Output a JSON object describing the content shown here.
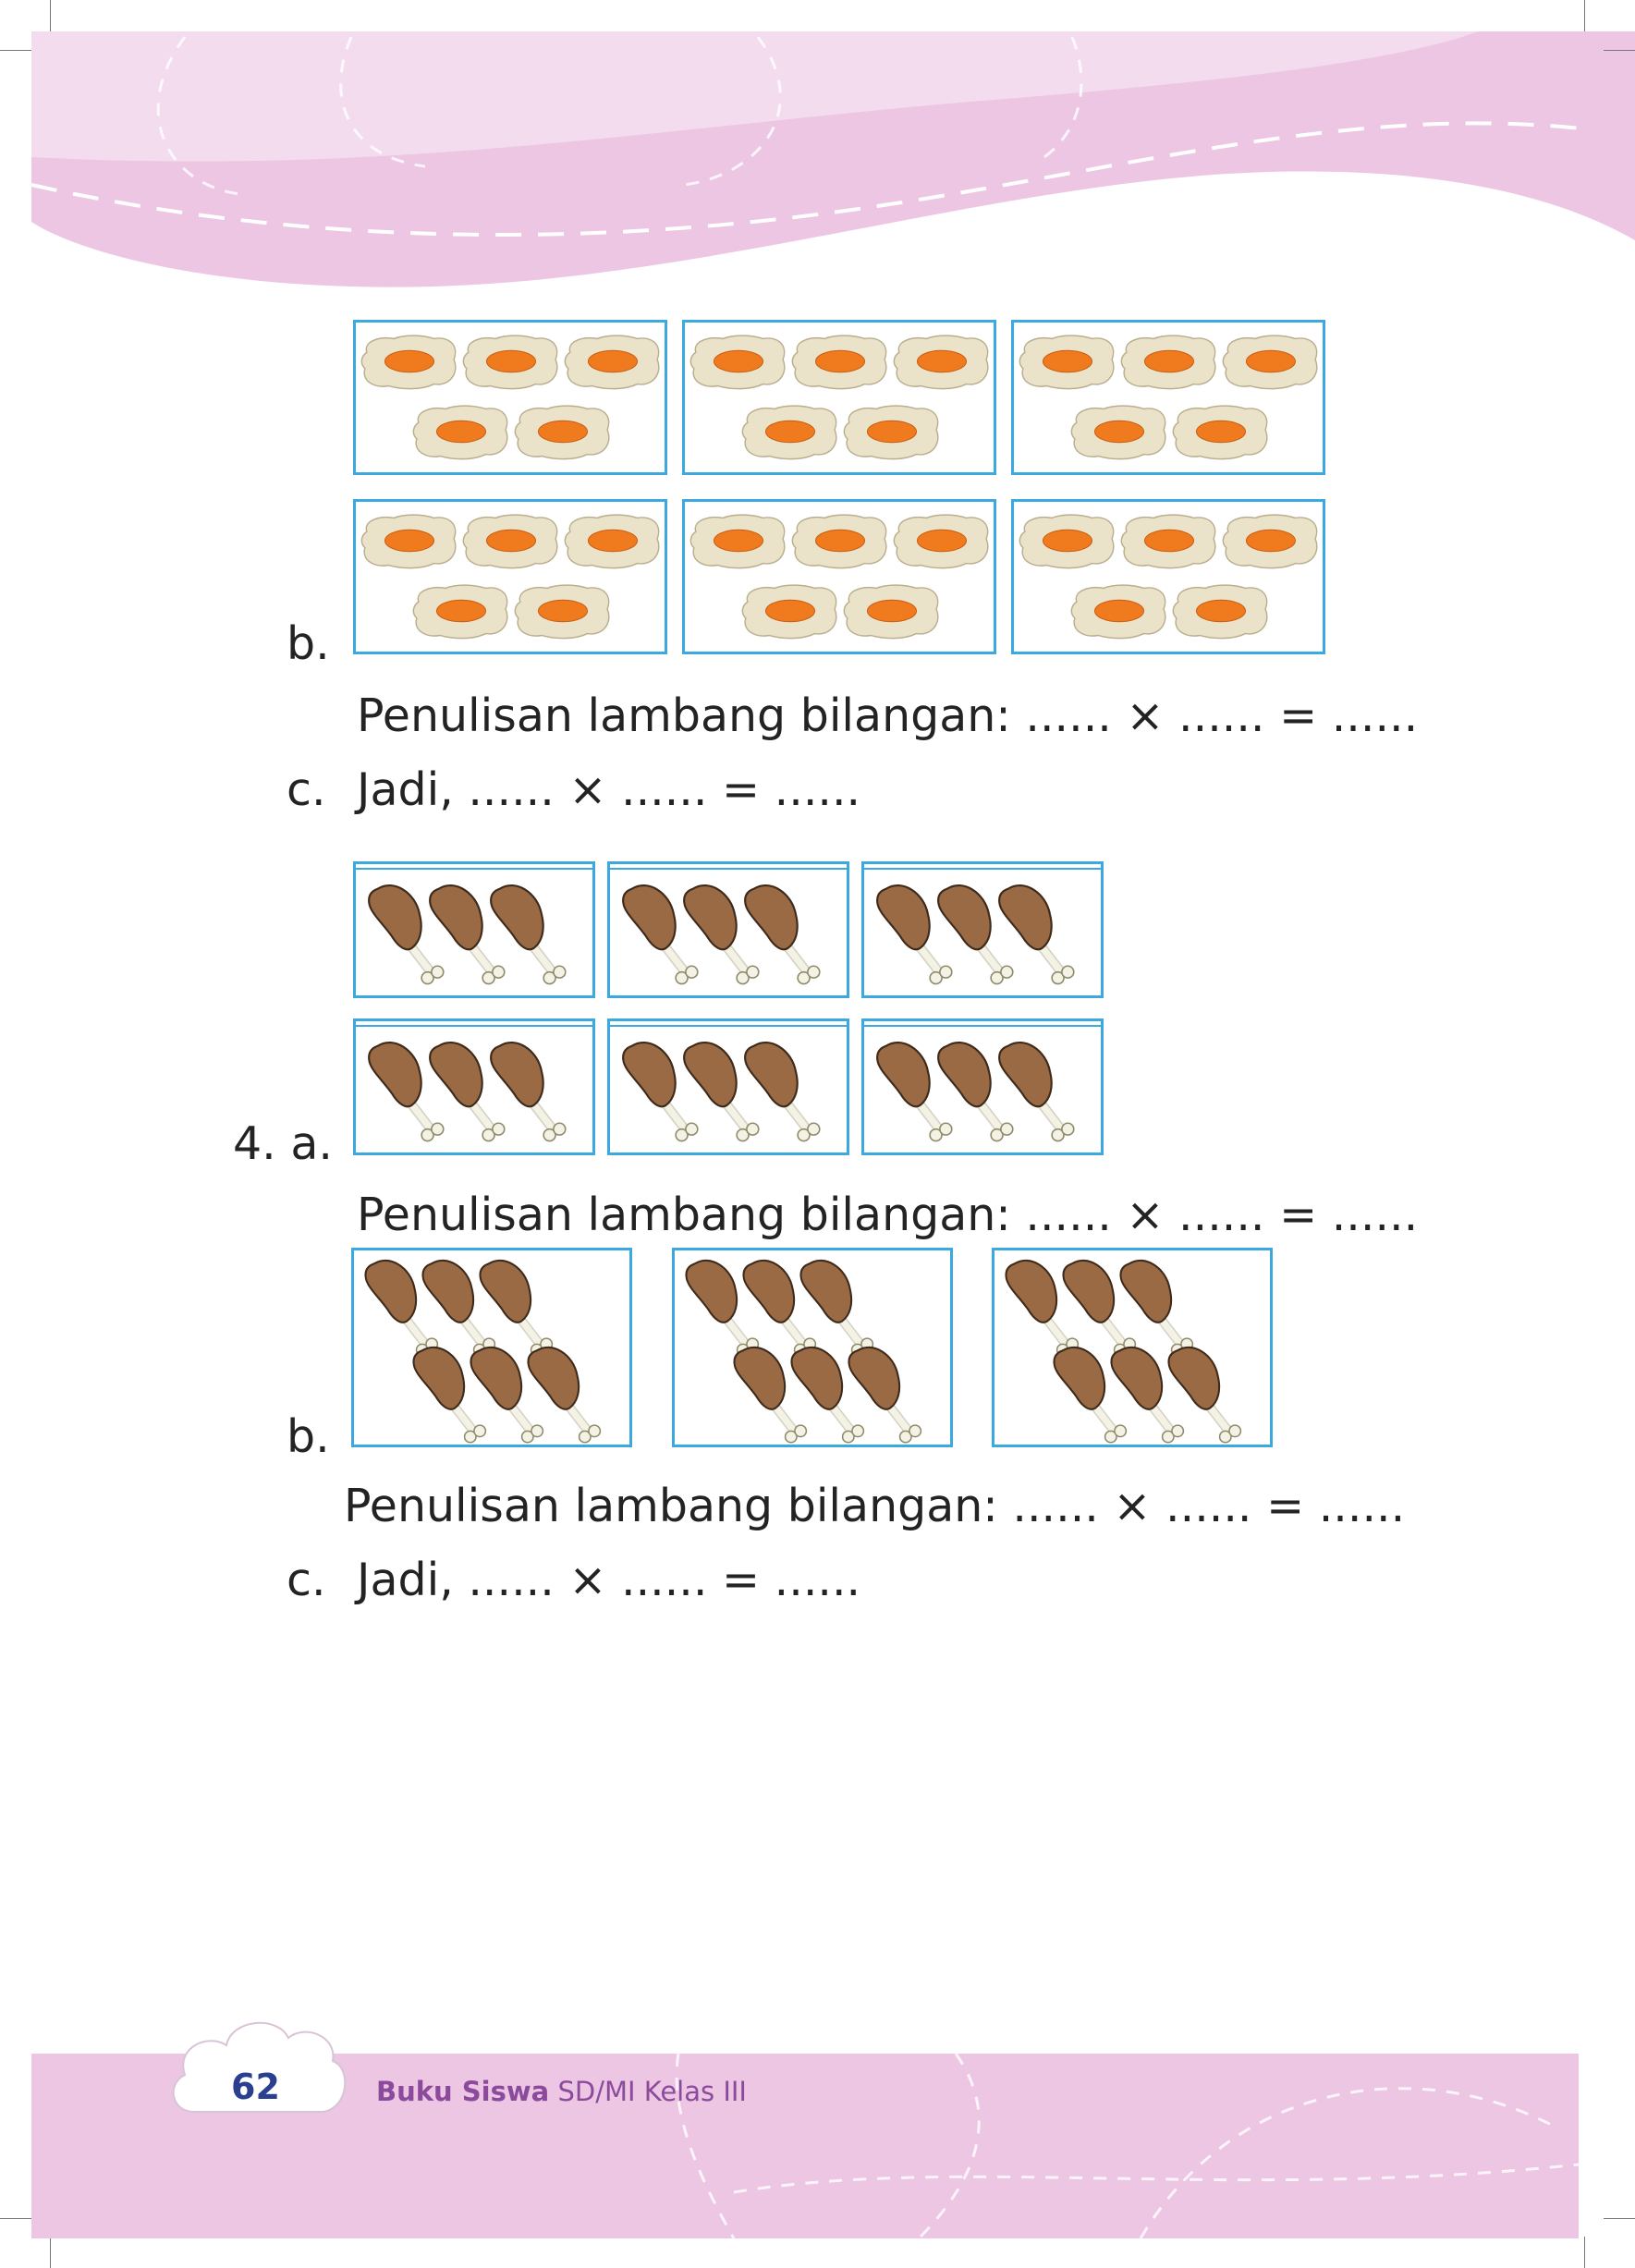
{
  "colors": {
    "box_border": "#3ba8e0",
    "header_pink": "#ecc6e3",
    "footer_purple": "#8b4a9c",
    "page_number_blue": "#2c3e8f",
    "egg_yolk": "#f07a1e",
    "egg_white": "#ebe3c9",
    "drumstick_meat": "#9a6a45"
  },
  "section3": {
    "b_label": "b.",
    "b_equation": "Penulisan lambang bilangan: ...... × ...... = ......",
    "c_label": "c.",
    "c_equation": "Jadi, ...... × ...... = ......",
    "image_icon": "fried-egg-icon",
    "boxes": 6,
    "items_per_box": 5
  },
  "section4": {
    "a_label": "4. a.",
    "a_equation": "Penulisan lambang bilangan: ...... × ...... = ......",
    "a_image_icon": "chicken-drumstick-icon",
    "a_boxes": 6,
    "a_items_per_box": 3,
    "b_label": "b.",
    "b_equation": "Penulisan lambang bilangan: ...... × ...... = ......",
    "b_boxes": 3,
    "b_items_per_box": 6,
    "c_label": "c.",
    "c_equation": "Jadi, ...... × ...... = ......"
  },
  "footer": {
    "page_number": "62",
    "book_title_bold": "Buku Siswa",
    "book_title_rest": " SD/MI Kelas III"
  }
}
